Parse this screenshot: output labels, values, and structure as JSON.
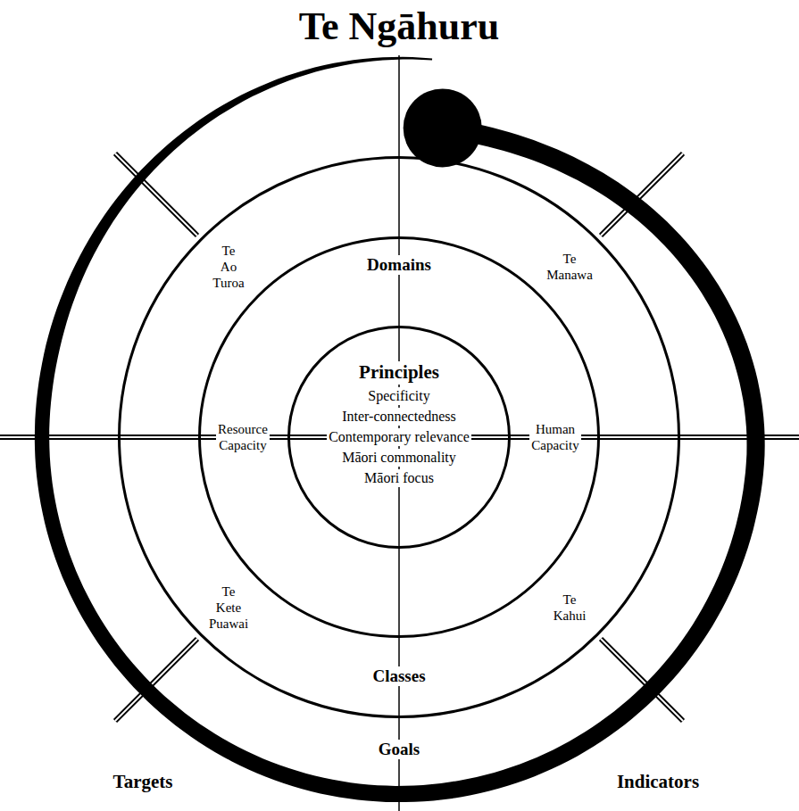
{
  "diagram": {
    "title": "Te Ngāhuru",
    "nodes": [
      {
        "text": [
          "Goals"
        ]
      },
      {
        "text": [
          "Classes",
          "Te Ao Turoa",
          "Te Manawa",
          "Te Kete Puawai",
          "Te Kahui"
        ],
        "in": 0
      },
      {
        "text": [
          "Domains",
          "Resource Capacity",
          "Human Capacity"
        ],
        "in": 1
      },
      {
        "text": [
          "Principles",
          "Specificity",
          "Inter-connectedness",
          "Contemporary relevance",
          "Māori commonality",
          "Māori focus"
        ],
        "in": 2
      }
    ],
    "labels": [
      "Targets",
      "Indicators"
    ]
  }
}
